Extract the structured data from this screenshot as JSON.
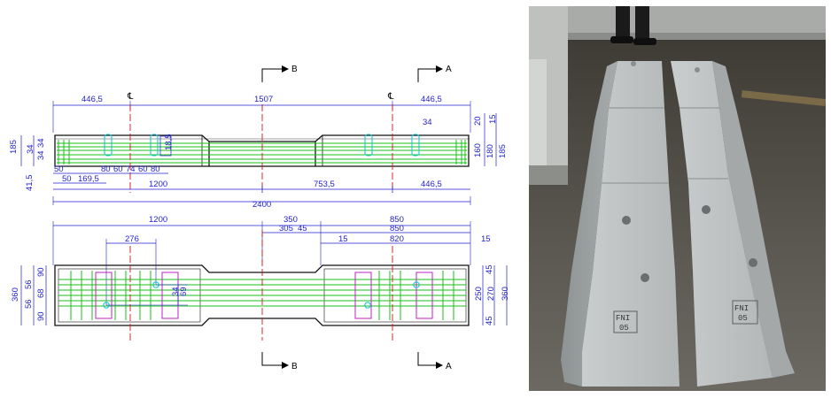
{
  "drawing": {
    "section_labels": {
      "b_top": "B",
      "a_top": "A",
      "b_bottom": "B",
      "a_bottom": "A"
    },
    "centerline_symbol": "℄",
    "top_view": {
      "dims_top": [
        "446,5",
        "1507",
        "446,5"
      ],
      "dims_bottom_row1": [
        "50",
        "80",
        "60",
        "74",
        "60",
        "80",
        "753,5"
      ],
      "dims_bottom_row2": [
        "50",
        "169,5"
      ],
      "dims_bottom_row3": [
        "1200",
        "446,5"
      ],
      "total": "2400",
      "left_vertical": [
        "185",
        "34",
        "34",
        "34",
        "41,5"
      ],
      "right_vertical": [
        "20",
        "15",
        "160",
        "180",
        "185"
      ],
      "inner_label": "18,5",
      "small_label": "34"
    },
    "bottom_view": {
      "dims_top_row1": [
        "1200",
        "350",
        "850"
      ],
      "dims_top_row2": [
        "276",
        "305",
        "45",
        "850"
      ],
      "dims_top_row3": [
        "15",
        "820",
        "15"
      ],
      "left_vertical": [
        "360",
        "90",
        "56",
        "68",
        "56",
        "90"
      ],
      "right_vertical": [
        "45",
        "250",
        "270",
        "360",
        "45"
      ],
      "inner_labels": [
        "34",
        "69"
      ]
    }
  },
  "photo": {
    "block_marking_line1": "FNI",
    "block_marking_line2": "05"
  },
  "colors": {
    "dimension": "#1f1fd0",
    "rebar": "#18c018",
    "centerline": "#d01818",
    "stirrup": "#c020c0",
    "insert": "#19c8d8",
    "outline": "#111111"
  }
}
